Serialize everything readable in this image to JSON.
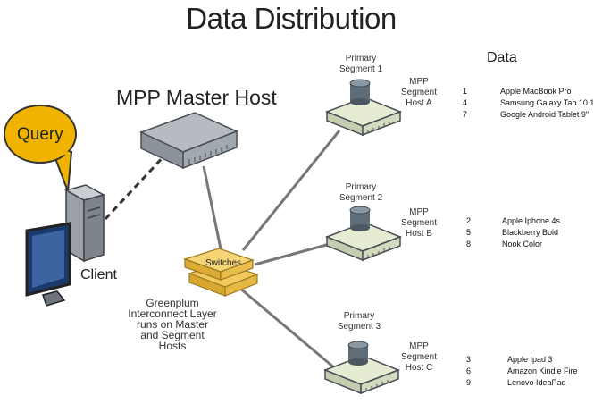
{
  "title": "Data Distribution",
  "master_host_label": "MPP Master Host",
  "query_label": "Query",
  "client_label": "Client",
  "switches_label": "Switches",
  "interconnect_text": "Greenplum Interconnect Layer runs on Master and Segment Hosts",
  "data_heading": "Data",
  "colors": {
    "host_fill": "#e6ecd2",
    "switch_fill": "#f3c85c",
    "query_bubble": "#f0b400",
    "cylinder": "#5f6d78"
  },
  "segments": [
    {
      "primary_label": "Primary Segment 1",
      "host_label": "MPP Segment Host A",
      "rows": [
        {
          "num": "1",
          "name": "Apple MacBook Pro"
        },
        {
          "num": "4",
          "name": "Samsung Galaxy Tab 10.1"
        },
        {
          "num": "7",
          "name": "Google Android Tablet 9\""
        }
      ]
    },
    {
      "primary_label": "Primary Segment 2",
      "host_label": "MPP Segment Host B",
      "rows": [
        {
          "num": "2",
          "name": "Apple Iphone 4s"
        },
        {
          "num": "5",
          "name": "Blackberry Bold"
        },
        {
          "num": "8",
          "name": "Nook Color"
        }
      ]
    },
    {
      "primary_label": "Primary Segment 3",
      "host_label": "MPP Segment Host C",
      "rows": [
        {
          "num": "3",
          "name": "Apple Ipad 3"
        },
        {
          "num": "6",
          "name": "Amazon Kindle Fire"
        },
        {
          "num": "9",
          "name": "Lenovo IdeaPad"
        }
      ]
    }
  ]
}
